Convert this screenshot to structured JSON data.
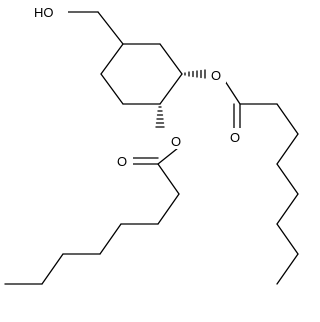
{
  "molecule": {
    "atoms": {
      "hydroxyl": "HO",
      "ester_oxygen_upper": "O",
      "carbonyl_oxygen_upper": "O",
      "ester_oxygen_lower": "O",
      "carbonyl_oxygen_lower": "O"
    },
    "colors": {
      "bond": "#000000",
      "background": "#ffffff"
    }
  }
}
